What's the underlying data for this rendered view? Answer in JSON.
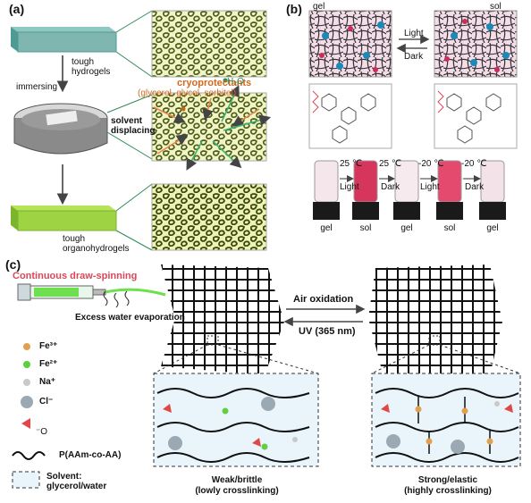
{
  "panels": {
    "a": {
      "label": "(a)",
      "tough_hydrogels": "tough\nhydrogels",
      "immersing": "immersing",
      "cryoprotectants": "cryoprotectants",
      "cryo_examples": "(glycerol, glycol, sorbitol)",
      "water": "H₂O",
      "solvent_displacing": "solvent\ndisplacing",
      "tough_organohydrogels": "tough\norganohydrogels"
    },
    "b": {
      "label": "(b)",
      "gel": "gel",
      "sol": "sol",
      "light": "Light",
      "dark": "Dark",
      "vials": [
        "gel",
        "sol",
        "gel",
        "sol",
        "gel"
      ],
      "steps": [
        {
          "temp": "25 ℃",
          "cond": "Light"
        },
        {
          "temp": "25 ℃",
          "cond": "Dark"
        },
        {
          "temp": "-20 ℃",
          "cond": "Light"
        },
        {
          "temp": "-20 ℃",
          "cond": "Dark"
        }
      ]
    },
    "c": {
      "label": "(c)",
      "continuous": "Continuous draw-spinning",
      "excess_water": "Excess water evaporation",
      "air_oxidation": "Air oxidation",
      "uv": "UV (365 nm)",
      "legend": {
        "fe3": "Fe³⁺",
        "fe2": "Fe²⁺",
        "na": "Na⁺",
        "cl": "Cl⁻",
        "citrate_o": "⁻O",
        "polymer": "P(AAm-co-AA)",
        "solvent": "Solvent:\nglycerol/water"
      },
      "weak": "Weak/brittle",
      "weak_sub": "(lowly crosslinking)",
      "strong": "Strong/elastic",
      "strong_sub": "(highly crosslinking)"
    }
  }
}
